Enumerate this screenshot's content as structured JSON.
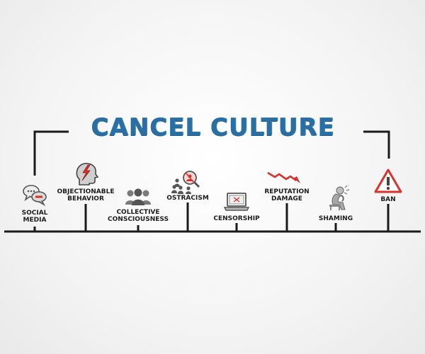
{
  "title": "CANCEL CULTURE",
  "colors": {
    "title": "#2a6fa3",
    "line": "#1a1a1a",
    "accent_red": "#d8322c",
    "icon_gray": "#6f6f6f"
  },
  "stages": [
    {
      "id": "social-media",
      "lines": [
        "SOCIAL",
        "MEDIA"
      ],
      "icon": "speech-bubbles-icon"
    },
    {
      "id": "objectionable-behavior",
      "lines": [
        "OBJECTIONABLE",
        "BEHAVIOR"
      ],
      "icon": "head-lightning-icon"
    },
    {
      "id": "collective-consciousness",
      "lines": [
        "COLLECTIVE",
        "CONSCIOUSNESS"
      ],
      "icon": "group-people-icon"
    },
    {
      "id": "ostracism",
      "lines": [
        "OSTRACISM"
      ],
      "icon": "magnifier-person-icon"
    },
    {
      "id": "censorship",
      "lines": [
        "CENSORSHIP"
      ],
      "icon": "laptop-icon"
    },
    {
      "id": "reputation-damage",
      "lines": [
        "REPUTATION",
        "DAMAGE"
      ],
      "icon": "falling-arrow-icon"
    },
    {
      "id": "shaming",
      "lines": [
        "SHAMING"
      ],
      "icon": "sad-person-icon"
    },
    {
      "id": "ban",
      "lines": [
        "BAN"
      ],
      "icon": "warning-triangle-icon"
    }
  ]
}
